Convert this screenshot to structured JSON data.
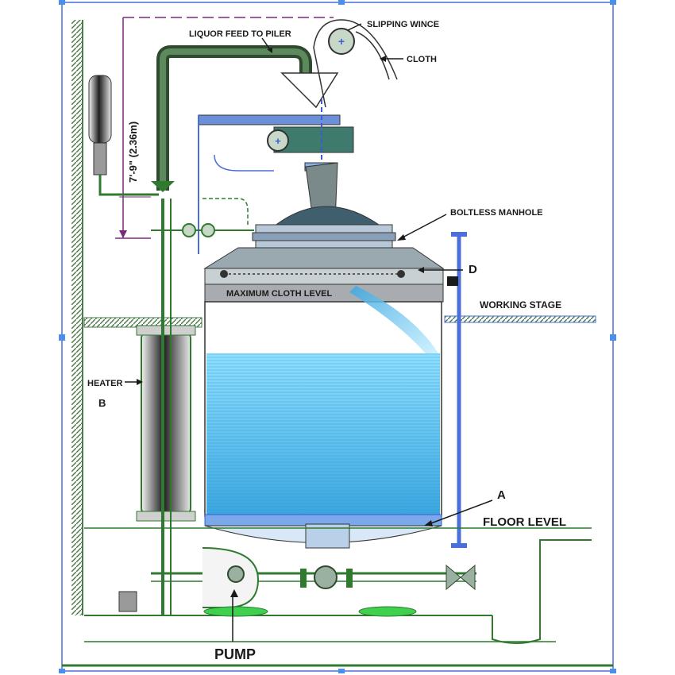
{
  "labels": {
    "slipping_wince": "SLIPPING WINCE",
    "liquor_feed": "LIQUOR FEED TO PILER",
    "cloth": "CLOTH",
    "dimension": "7'-9\" (2.36m)",
    "boltless_manhole": "BOLTLESS MANHOLE",
    "d": "D",
    "maximum_cloth_level": "MAXIMUM CLOTH LEVEL",
    "working_stage": "WORKING STAGE",
    "heater": "HEATER",
    "b": "B",
    "a": "A",
    "floor_level": "FLOOR LEVEL",
    "pump": "PUMP"
  },
  "colors": {
    "pipe_green": "#2f7a2f",
    "dark_pipe": "#3c4a3c",
    "vessel_blue": "#3a8fd6",
    "liquor_blue": "#5fc4f0",
    "frame_blue": "#4a6fd8",
    "dimension_purple": "#7a2a7a",
    "wall_green": "#4b7a4b"
  }
}
